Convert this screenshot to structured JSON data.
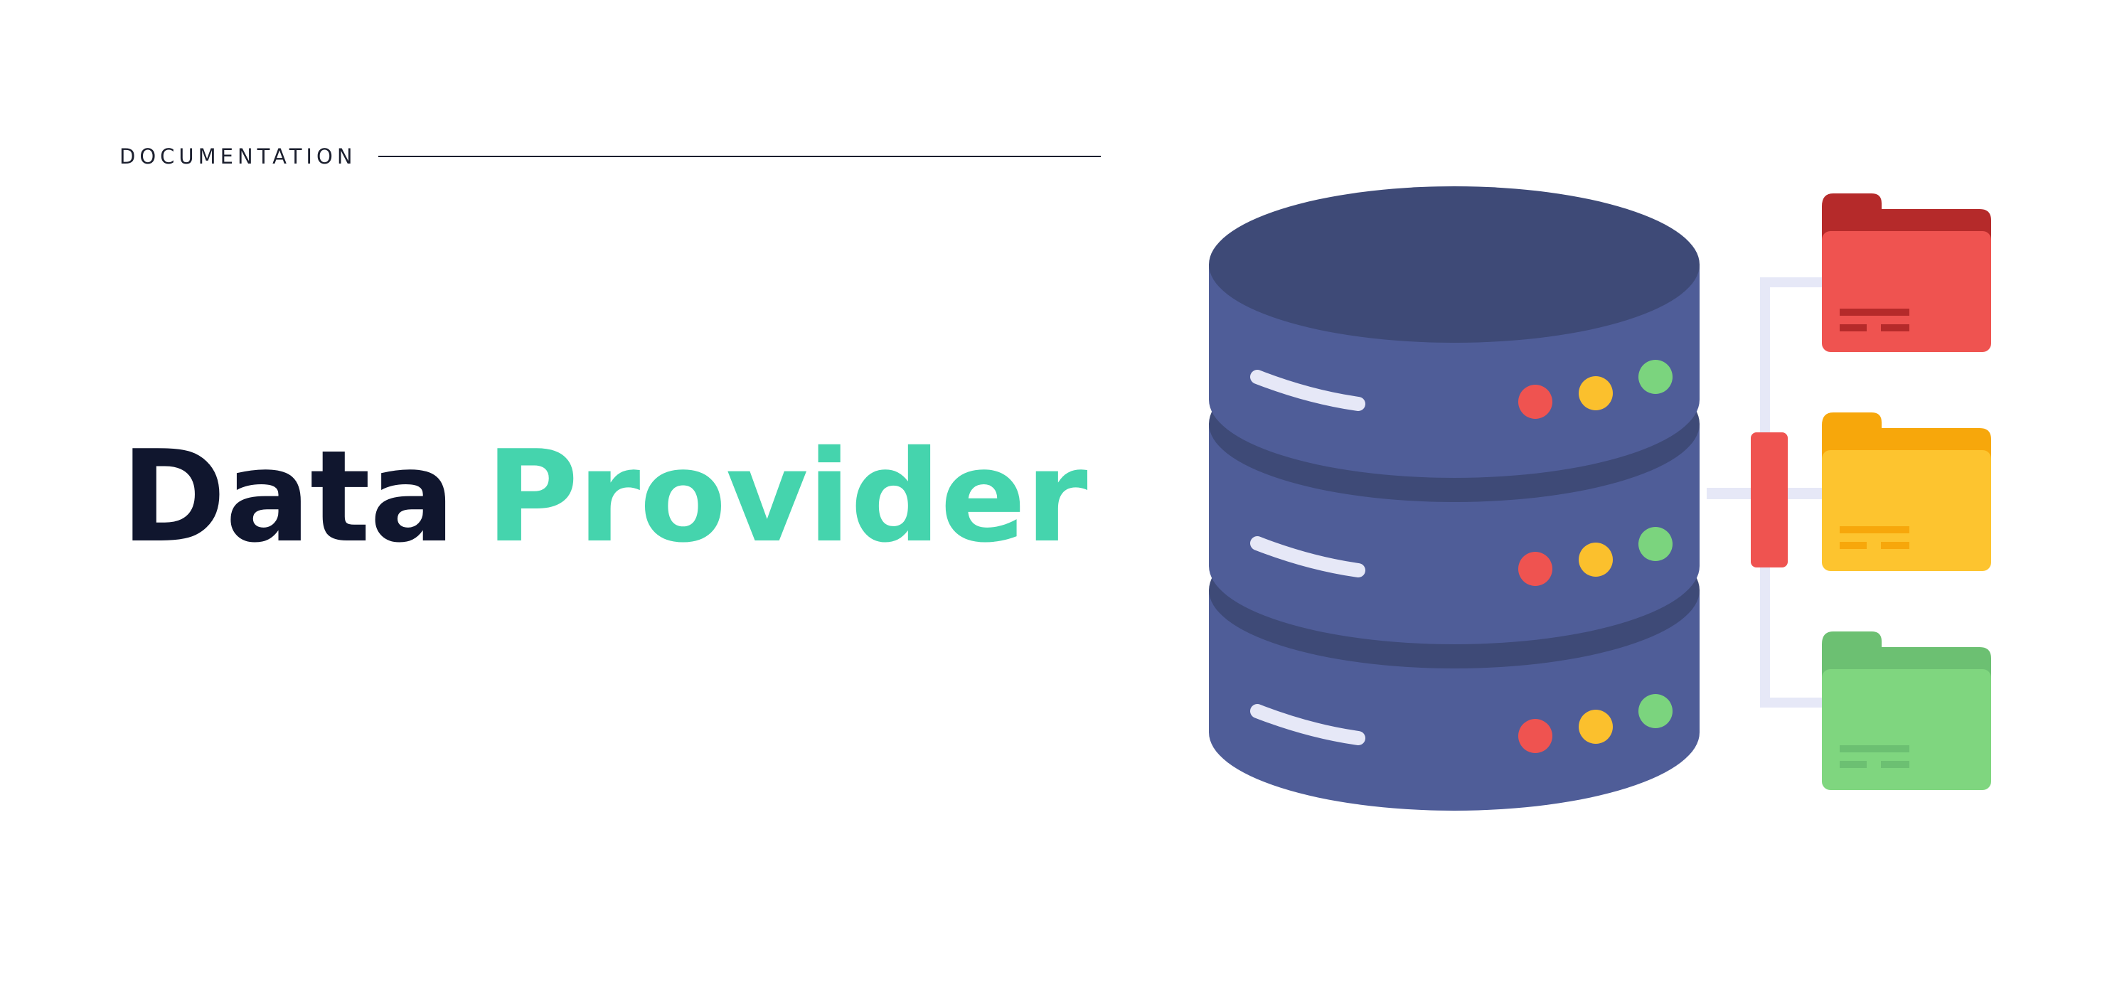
{
  "eyebrow": {
    "label": "DOCUMENTATION"
  },
  "headline": {
    "word_primary": "Data",
    "word_accent": "Provider"
  },
  "colors": {
    "title_dark": "#10162e",
    "title_accent": "#45d4ad",
    "db_body": "#4f5d98",
    "db_top": "#3e4a77",
    "led_red": "#ef5350",
    "led_yellow": "#fbc02d",
    "led_green": "#7bd47e",
    "folder_red": "#ef5350",
    "folder_yellow": "#fdc42f",
    "folder_green": "#7fd67f",
    "connector": "#e6e8f7"
  },
  "illustration": {
    "icons": [
      "database-icon",
      "folder-icon",
      "folder-icon",
      "folder-icon"
    ]
  }
}
